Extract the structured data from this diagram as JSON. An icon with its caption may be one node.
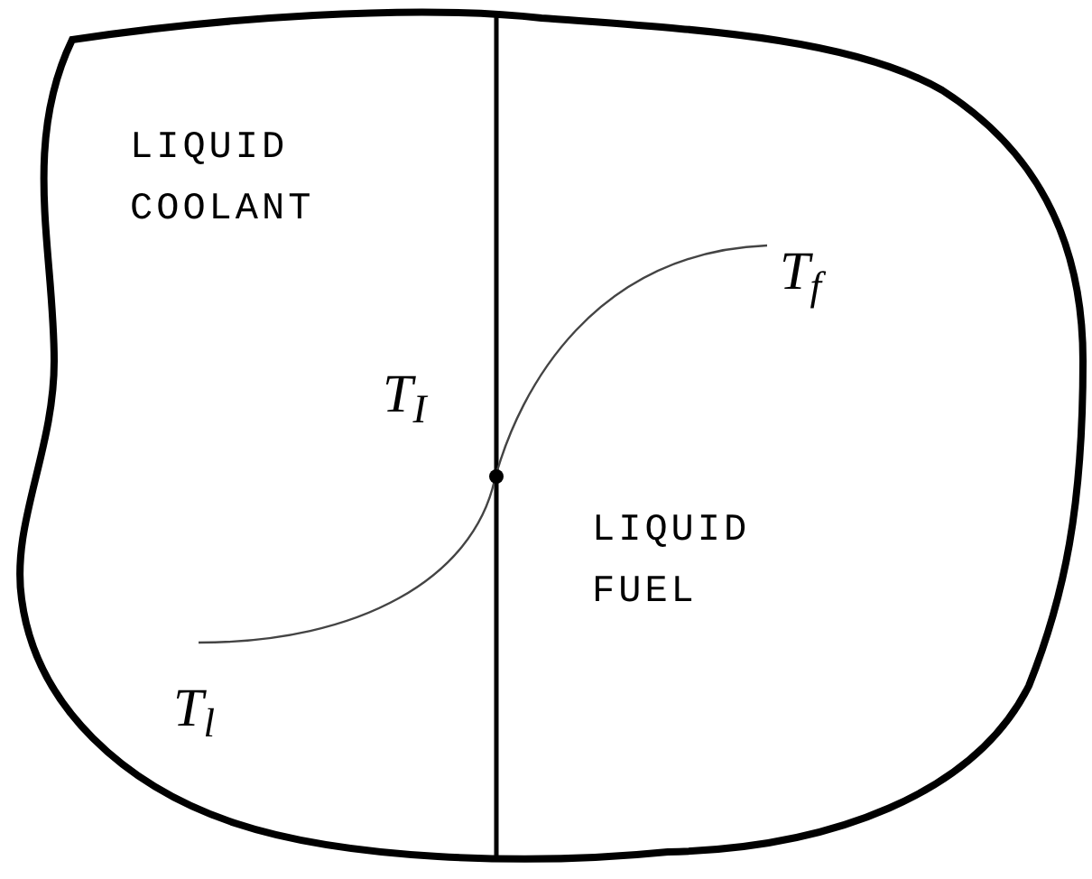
{
  "diagram": {
    "labels": [
      "LIQUID COOLANT",
      "T$_{f}$",
      "T$_{I}$",
      "LIQUID FUEL",
      "T$_{l}$"
    ]
  }
}
